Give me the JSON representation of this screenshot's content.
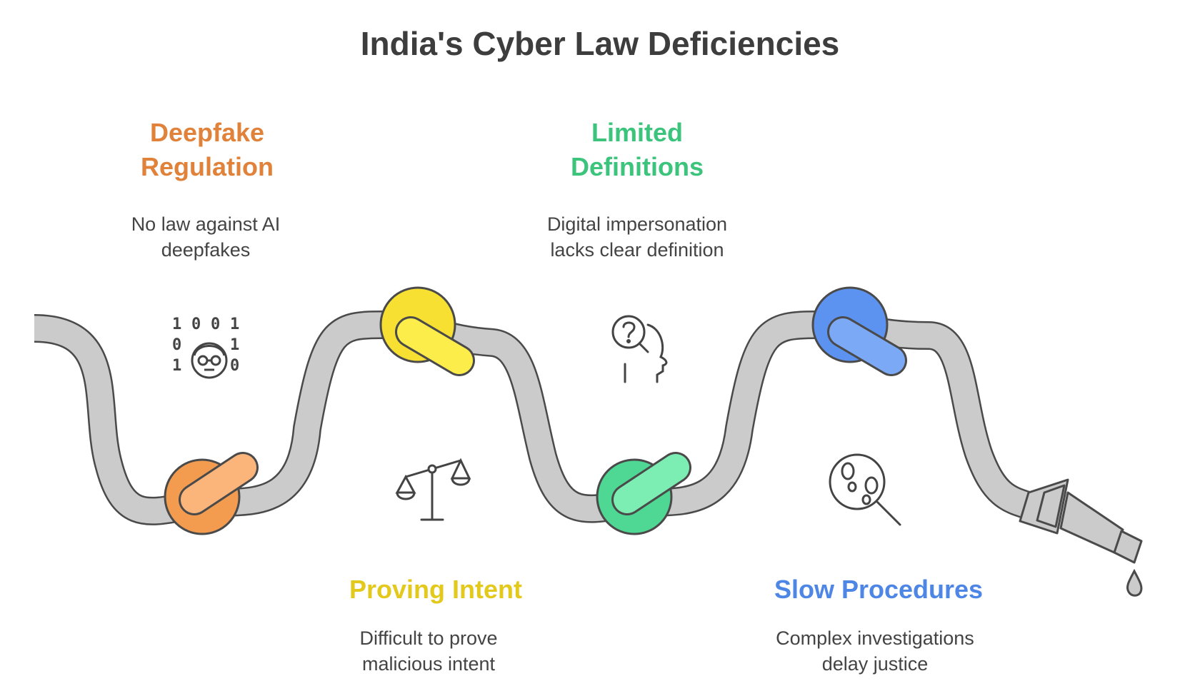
{
  "title": "India's Cyber Law Deficiencies",
  "colors": {
    "orange": "#E0823A",
    "green": "#3CC47C",
    "yellow": "#E2C91C",
    "blue": "#4E86E6",
    "hose_fill": "#CBCBCB",
    "outline": "#4A4A4A",
    "text": "#444444"
  },
  "items": [
    {
      "title": "Deepfake\nRegulation",
      "description": "No law against AI\ndeepfakes",
      "color": "#E0823A",
      "icon": "binary-face-icon"
    },
    {
      "title": "Proving Intent",
      "description": "Difficult to prove\nmalicious intent",
      "color": "#E2C91C",
      "icon": "scales-icon"
    },
    {
      "title": "Limited\nDefinitions",
      "description": "Digital impersonation\nlacks clear definition",
      "color": "#3CC47C",
      "icon": "question-head-icon"
    },
    {
      "title": "Slow Procedures",
      "description": "Complex investigations\ndelay justice",
      "color": "#4E86E6",
      "icon": "footprints-magnifier-icon"
    }
  ],
  "binary_digits": [
    "1",
    "0",
    "0",
    "1",
    "0",
    "1",
    "1",
    "0"
  ]
}
